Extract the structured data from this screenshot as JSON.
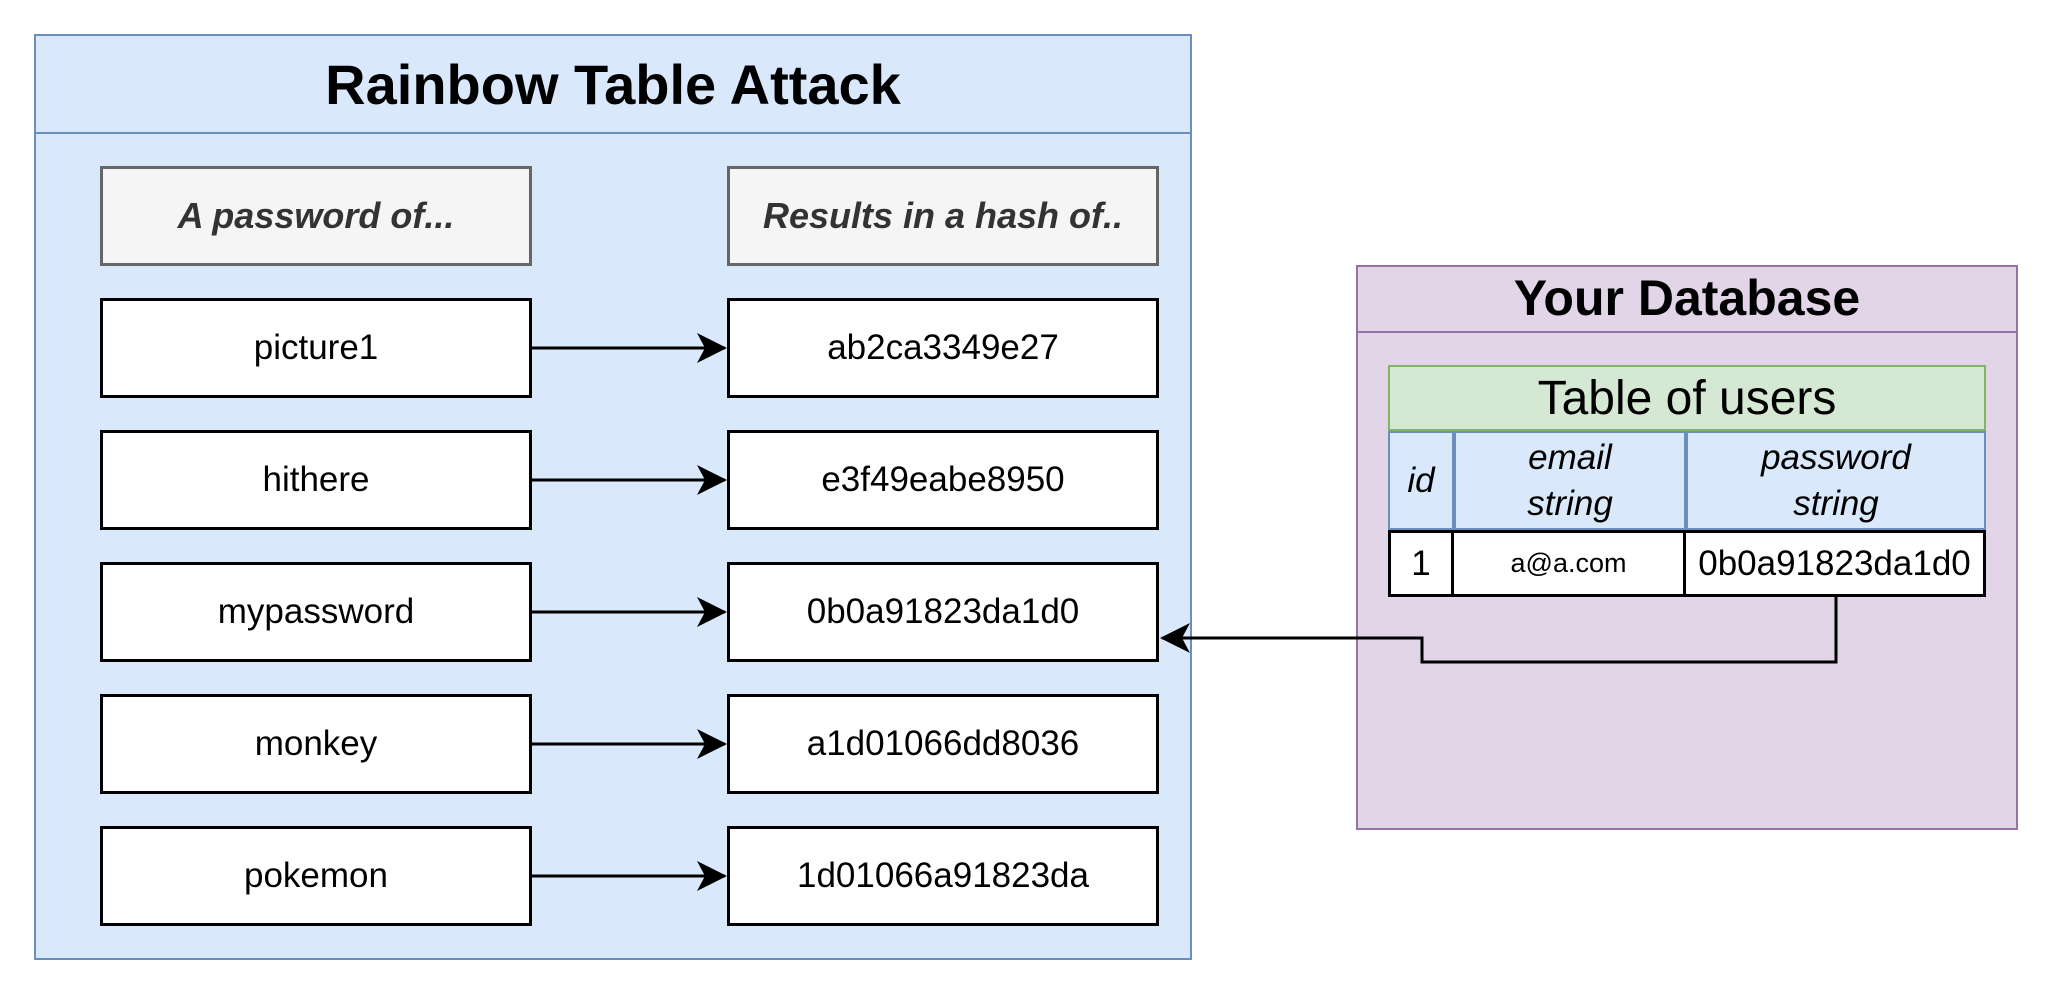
{
  "rainbow": {
    "title": "Rainbow Table Attack",
    "password_header": "A password of...",
    "hash_header": "Results in a hash of..",
    "rows": [
      {
        "password": "picture1",
        "hash": "ab2ca3349e27"
      },
      {
        "password": "hithere",
        "hash": "e3f49eabe8950"
      },
      {
        "password": "mypassword",
        "hash": "0b0a91823da1d0"
      },
      {
        "password": "monkey",
        "hash": "a1d01066dd8036"
      },
      {
        "password": "pokemon",
        "hash": "1d01066a91823da"
      }
    ]
  },
  "database": {
    "title": "Your Database",
    "table_title": "Table of users",
    "columns": {
      "id": "id",
      "email": "email\nstring",
      "password": "password\nstring"
    },
    "row": {
      "id": "1",
      "email": "a@a.com",
      "password": "0b0a91823da1d0"
    }
  },
  "colors": {
    "rainbow_fill": "#dae8fc",
    "rainbow_stroke": "#6c8ebf",
    "database_fill": "#e1d5e7",
    "database_stroke": "#9673a6",
    "table_title_fill": "#d5e8d4",
    "table_title_stroke": "#82b366"
  }
}
